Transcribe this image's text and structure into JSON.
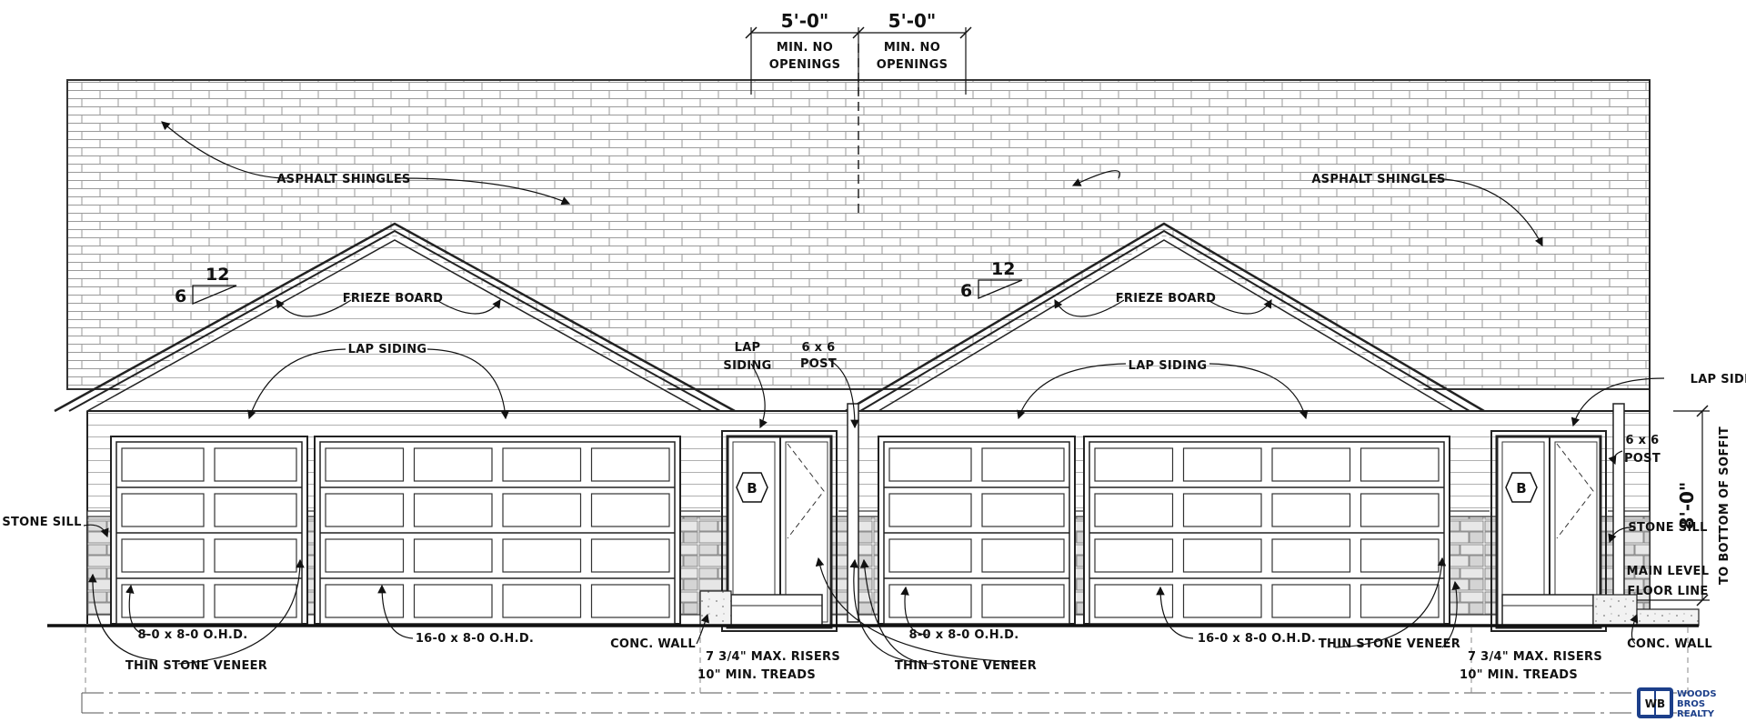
{
  "dimensions": {
    "left": {
      "value": "5'-0\"",
      "note_line1": "MIN. NO",
      "note_line2": "OPENINGS"
    },
    "right": {
      "value": "5'-0\"",
      "note_line1": "MIN. NO",
      "note_line2": "OPENINGS"
    },
    "wall_height": {
      "value": "8'-0\"",
      "note": "TO BOTTOM OF SOFFIT"
    }
  },
  "roof_pitch": {
    "rise": "6",
    "run": "12"
  },
  "labels": {
    "asphalt_shingles": "ASPHALT SHINGLES",
    "frieze_board": "FRIEZE BOARD",
    "lap_siding": "LAP SIDING",
    "lap_line1": "LAP",
    "lap_line2": "SIDING",
    "post_line1": "6 x 6",
    "post_line2": "POST",
    "stone_sill": "STONE SILL",
    "main_level_line1": "MAIN LEVEL",
    "main_level_line2": "FLOOR LINE",
    "door_8x8": "8-0 x 8-0 O.H.D.",
    "door_16x8": "16-0 x 8-0 O.H.D.",
    "thin_stone_veneer": "THIN STONE VENEER",
    "conc_wall": "CONC. WALL",
    "risers": "7 3/4\" MAX. RISERS",
    "treads": "10\" MIN. TREADS",
    "window_tag": "B"
  },
  "logo": {
    "line1": "WOODS",
    "line2": "BROS",
    "line3": "REALTY",
    "mark": "WB",
    "color": "#1c3f8a"
  }
}
